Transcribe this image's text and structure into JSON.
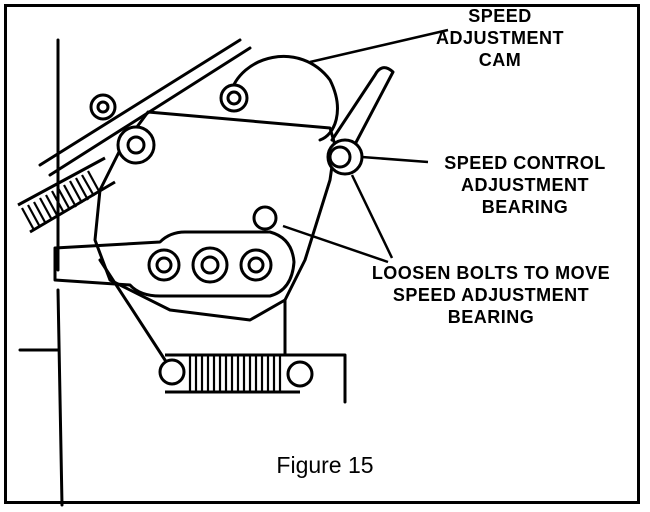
{
  "callouts": {
    "speed_cam": [
      "SPEED",
      "ADJUSTMENT",
      "CAM"
    ],
    "control_bearing": [
      "SPEED CONTROL",
      "ADJUSTMENT",
      "BEARING"
    ],
    "loosen_bolts": [
      "LOOSEN BOLTS TO MOVE",
      "SPEED ADJUSTMENT",
      "BEARING"
    ]
  },
  "caption": "Figure 15"
}
